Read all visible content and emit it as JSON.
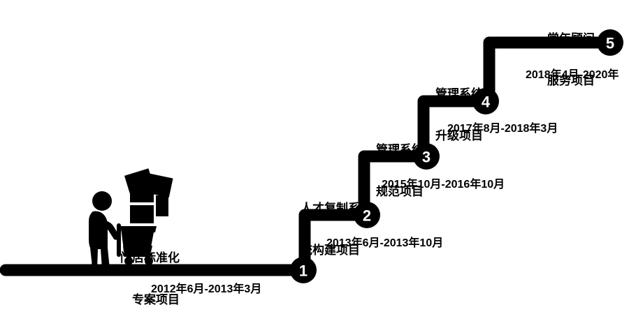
{
  "diagram": {
    "kind": "staircase-timeline",
    "colors": {
      "ink": "#000000",
      "background": "#ffffff",
      "number": "#ffffff"
    },
    "figure_icon": "shopper-with-cart-icon",
    "steps": [
      {
        "number": "1",
        "title_line1": "门店标准化",
        "title_line2": "专案项目",
        "date": "2012年6月-2013年3月"
      },
      {
        "number": "2",
        "title_line1": "人才复制系",
        "title_line2": "统构建项目",
        "date": "2013年6月-2013年10月"
      },
      {
        "number": "3",
        "title_line1": "管理系统",
        "title_line2": "规范项目",
        "date": "2015年10月-2016年10月"
      },
      {
        "number": "4",
        "title_line1": "管理系统",
        "title_line2": "升级项目",
        "date": "2017年8月-2018年3月"
      },
      {
        "number": "5",
        "title_line1": "常年顾问",
        "title_line2": "服务项目",
        "date": "2018年4月-2020年"
      }
    ]
  }
}
